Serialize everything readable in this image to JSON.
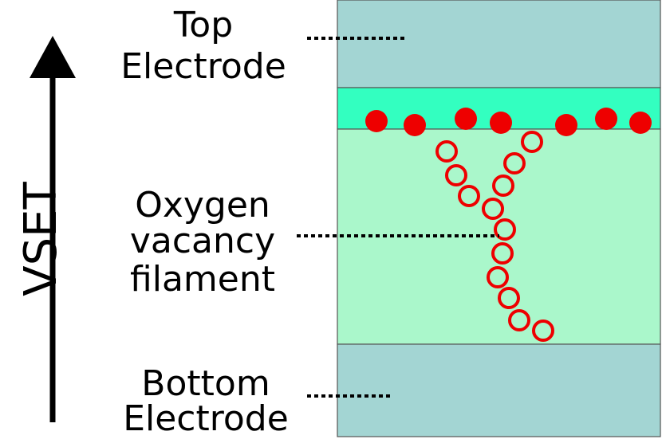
{
  "labels": {
    "top_electrode": [
      "Top",
      "Electrode"
    ],
    "oxygen_vacancy_filament": [
      "Oxygen",
      "vacancy",
      "filament"
    ],
    "bottom_electrode": [
      "Bottom",
      "Electrode"
    ],
    "voltage": "VSET"
  },
  "colors": {
    "electrode": "#a3d5d3",
    "interface_layer": "#33ffc0",
    "oxide_layer": "#aaf7cb",
    "layer_stroke": "#555555",
    "oxygen_ion": "#ee0000",
    "vacancy": "#ee0000",
    "text": "#000000"
  },
  "icons": {
    "arrow": "upward-arrow-icon",
    "oxygen_ion": "filled-circle-icon",
    "vacancy": "hollow-circle-icon"
  }
}
